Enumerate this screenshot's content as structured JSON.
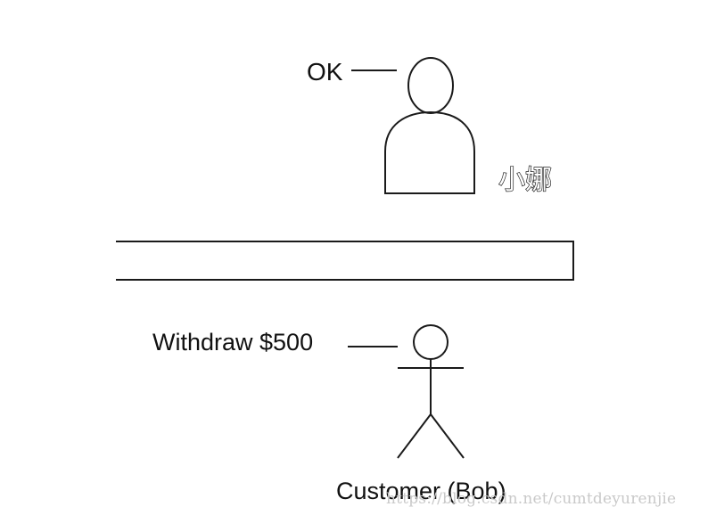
{
  "teller": {
    "speech": "OK",
    "name": "小娜"
  },
  "customer": {
    "speech": "Withdraw $500",
    "name": "Customer (Bob)"
  },
  "watermark": "https://blog.csdn.net/cumtdeyurenjie"
}
